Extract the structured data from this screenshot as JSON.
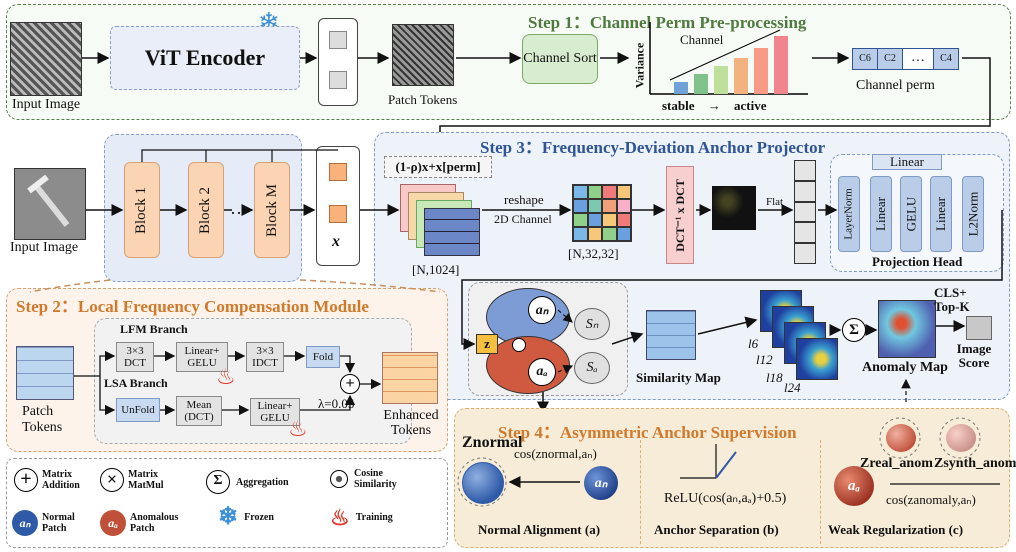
{
  "step1": {
    "title": "Step 1：Channel Perm Pre-processing",
    "input_label": "Input  Image",
    "encoder": "ViT Encoder",
    "patch_tokens": "Patch Tokens",
    "channel_sort": "Channel Sort",
    "y_axis": "Variance",
    "x_stable": "stable",
    "x_arrow": "→",
    "x_active": "active",
    "channel_label": "Channel",
    "perm_cells": [
      "C6",
      "C2",
      "…",
      "C4"
    ],
    "perm_label": "Channel perm"
  },
  "step3": {
    "title": "Step 3：Frequency-Deviation Anchor Projector",
    "input_label": "Input Image",
    "blocks": [
      "Block 1",
      "Block 2",
      "…",
      "Block M"
    ],
    "x_symbol": "x",
    "mix_formula": "(1-ρ)x+x[perm]",
    "dim1": "[N,1024]",
    "reshape": "reshape",
    "channel2d": "2D Channel",
    "dim2": "[N,32,32]",
    "dct": "DCT⁻¹ x DCT",
    "flat": "Flat",
    "proj_layers": [
      "LayerNorm",
      "Linear",
      "GELU",
      "Linear",
      "L2Norm"
    ],
    "proj_linear_top": "Linear",
    "proj_head": "Projection Head",
    "anchor_n": "aₙ",
    "anchor_a": "aₐ",
    "z_symbol": "z",
    "s_n": "Sₙ",
    "s_a": "Sₐ",
    "similarity_map": "Similarity Map",
    "layers": [
      "l6",
      "l12",
      "l18",
      "l24"
    ],
    "anomaly_map": "Anomaly Map",
    "cls_topk": "CLS+ Top-K",
    "image_score": "Image Score"
  },
  "step2": {
    "title": "Step 2：Local Frequency Compensation Module",
    "lfm": "LFM Branch",
    "lsa": "LSA Branch",
    "patch_tokens": "Patch Tokens",
    "dct3": "3×3 DCT",
    "linear_gelu1": "Linear+ GELU",
    "idct3": "3×3 IDCT",
    "fold": "Fold",
    "unfold": "UnFold",
    "mean_dct": "Mean (DCT)",
    "linear_gelu2": "Linear+ GELU",
    "lambda": "λ=0.05",
    "enhanced": "Enhanced Tokens"
  },
  "legend": {
    "matrix_add": "Matrix Addition",
    "matrix_mul": "Matrix MatMul",
    "aggregation": "Aggregation",
    "cosine": "Cosine Similarity",
    "normal": "Normal Patch",
    "anomalous": "Anomalous Patch",
    "frozen": "Frozen",
    "training": "Training"
  },
  "step4": {
    "title": "Step 4：Asymmetric Anchor Supervision",
    "z_normal": "Znormal",
    "cos_normal": "cos(znormal,aₙ)",
    "relu": "ReLU(cos(aₙ,aₐ)+0.5)",
    "z_real": "Zreal_anom",
    "z_synth": "Zsynth_anom",
    "cos_anom": "cos(zanomaly,aₙ)",
    "normal_alignment": "Normal  Alignment (a)",
    "anchor_sep": "Anchor   Separation (b)",
    "weak_reg": "Weak Regularization (c)"
  },
  "colors": {
    "green": "#4f7a3f",
    "blue": "#2f5597",
    "orange": "#d27a2c",
    "normal_anchor": "#2e5aa8",
    "anomaly_anchor": "#c0503a"
  }
}
